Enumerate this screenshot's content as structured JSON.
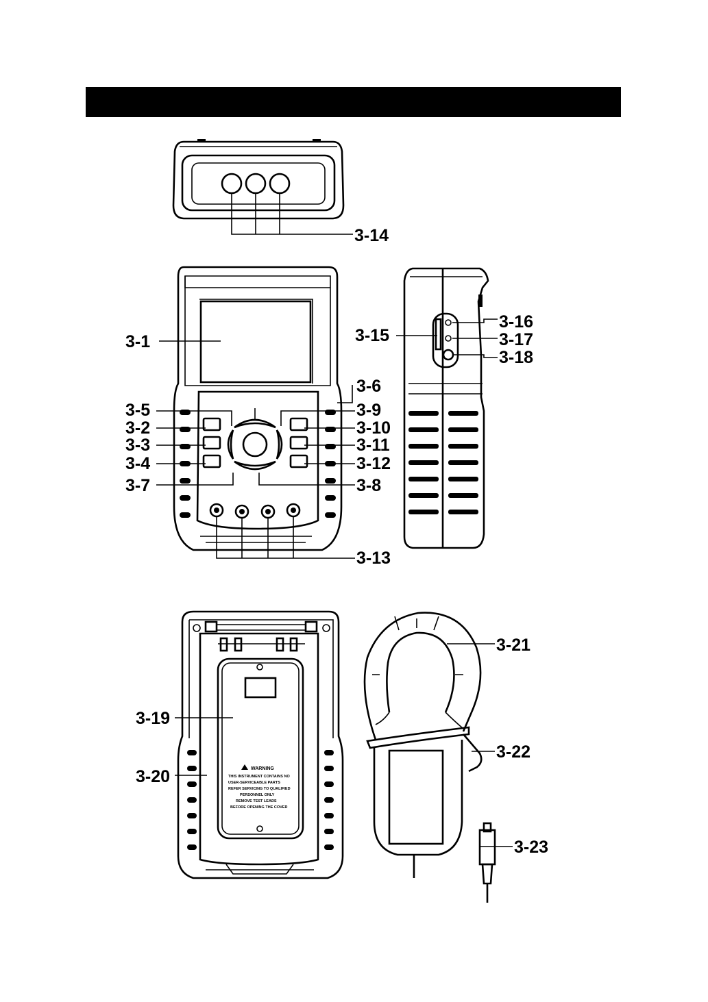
{
  "header": {
    "title": ""
  },
  "callouts": {
    "c3_1": "3-1",
    "c3_2": "3-2",
    "c3_3": "3-3",
    "c3_4": "3-4",
    "c3_5": "3-5",
    "c3_6": "3-6",
    "c3_7": "3-7",
    "c3_8": "3-8",
    "c3_9": "3-9",
    "c3_10": "3-10",
    "c3_11": "3-11",
    "c3_12": "3-12",
    "c3_13": "3-13",
    "c3_14": "3-14",
    "c3_15": "3-15",
    "c3_16": "3-16",
    "c3_17": "3-17",
    "c3_18": "3-18",
    "c3_19": "3-19",
    "c3_20": "3-20",
    "c3_21": "3-21",
    "c3_22": "3-22",
    "c3_23": "3-23"
  },
  "back_label": {
    "heading": "WARNING",
    "lines": [
      "THIS INSTRUMENT CONTAINS NO",
      "USER-SERVICEABLE PARTS",
      "REFER SERVICING TO QUALIFIED",
      "PERSONNEL ONLY",
      "REMOVE TEST LEADS",
      "BEFORE OPENING THE COVER"
    ]
  },
  "colors": {
    "ink": "#000000",
    "background": "#ffffff"
  }
}
